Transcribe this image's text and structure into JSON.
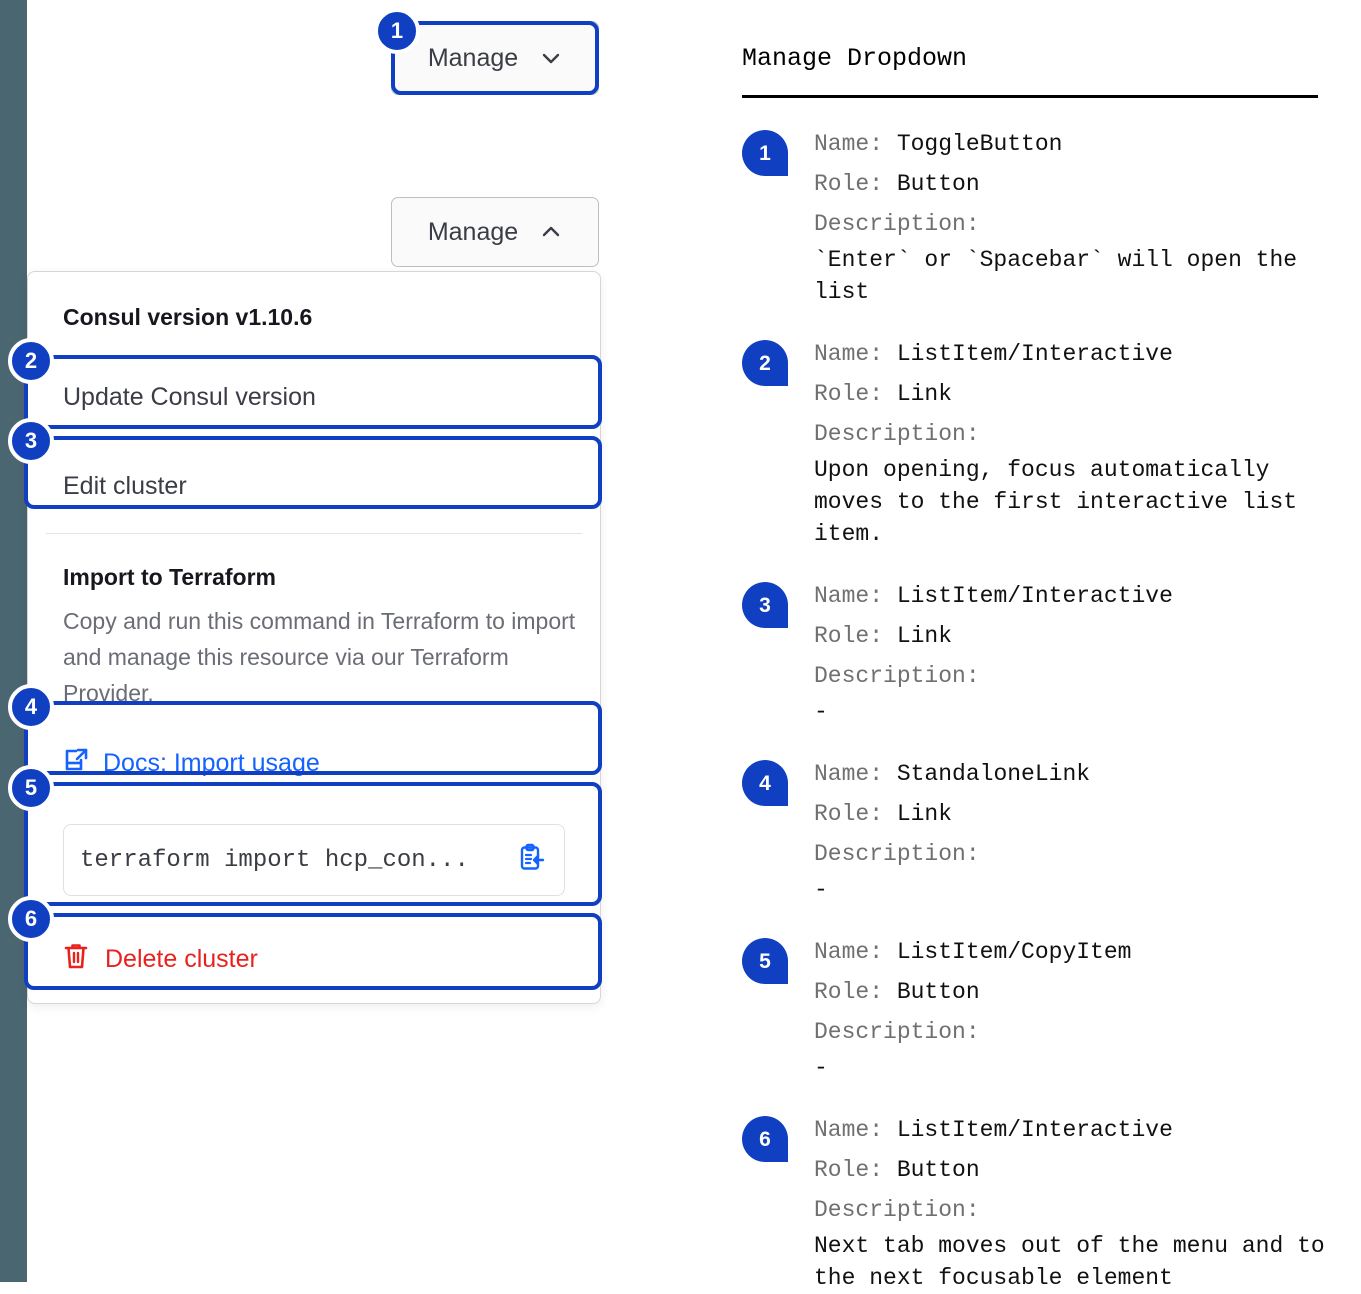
{
  "left_rail": {
    "color": "#4a6670"
  },
  "ui": {
    "toggle_button_collapsed": {
      "label": "Manage",
      "icon": "chevron-down-icon"
    },
    "toggle_button_expanded": {
      "label": "Manage",
      "icon": "chevron-up-icon"
    },
    "dropdown": {
      "version_heading": "Consul version v1.10.6",
      "item_update": "Update Consul version",
      "item_edit": "Edit cluster",
      "terraform_title": "Import to Terraform",
      "terraform_body": "Copy and run this command in Terraform to import and manage this resource via our Terraform Provider.",
      "docs_link": "Docs: Import usage",
      "docs_icon": "docs-external-link-icon",
      "code_value": "terraform import hcp_con...",
      "copy_icon": "clipboard-copy-icon",
      "delete_label": "Delete cluster",
      "delete_icon": "trash-icon"
    },
    "badges": [
      "1",
      "2",
      "3",
      "4",
      "5",
      "6"
    ]
  },
  "legend": {
    "title": "Manage Dropdown",
    "labels": {
      "name": "Name:",
      "role": "Role:",
      "description": "Description:"
    },
    "entries": [
      {
        "badge": "1",
        "name": "ToggleButton",
        "role": "Button",
        "description": "`Enter` or `Spacebar` will open the list"
      },
      {
        "badge": "2",
        "name": "ListItem/Interactive",
        "role": "Link",
        "description": "Upon opening, focus automatically moves to the first interactive list item."
      },
      {
        "badge": "3",
        "name": "ListItem/Interactive",
        "role": "Link",
        "description": "-"
      },
      {
        "badge": "4",
        "name": "StandaloneLink",
        "role": "Link",
        "description": "-"
      },
      {
        "badge": "5",
        "name": "ListItem/CopyItem",
        "role": "Button",
        "description": "-"
      },
      {
        "badge": "6",
        "name": "ListItem/Interactive",
        "role": "Button",
        "description": "Next tab moves out of the menu and to the next focusable element"
      }
    ]
  },
  "colors": {
    "accent_blue": "#1040c1",
    "link_blue": "#1563ff",
    "danger_red": "#e8221f",
    "rail_slate": "#4a6670"
  }
}
